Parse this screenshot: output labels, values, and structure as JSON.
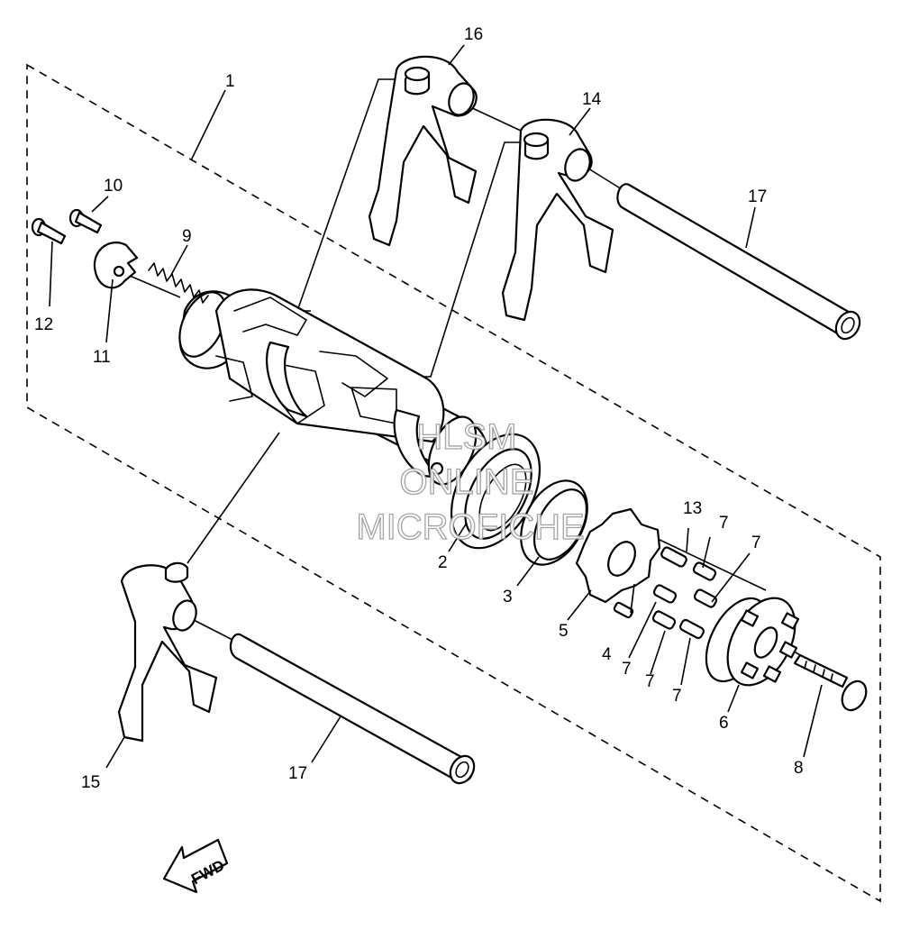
{
  "callouts": {
    "c1": "1",
    "c2": "2",
    "c3": "3",
    "c4": "4",
    "c5": "5",
    "c6": "6",
    "c7a": "7",
    "c7b": "7",
    "c7c": "7",
    "c7d": "7",
    "c7e": "7",
    "c8": "8",
    "c9": "9",
    "c10": "10",
    "c11": "11",
    "c12": "12",
    "c13": "13",
    "c14": "14",
    "c15": "15",
    "c16": "16",
    "c17a": "17",
    "c17b": "17"
  },
  "watermark": {
    "line1": "HLSM",
    "line2": "ONLINE",
    "line3": "MICROFICHE"
  },
  "direction_marker": "FWD"
}
